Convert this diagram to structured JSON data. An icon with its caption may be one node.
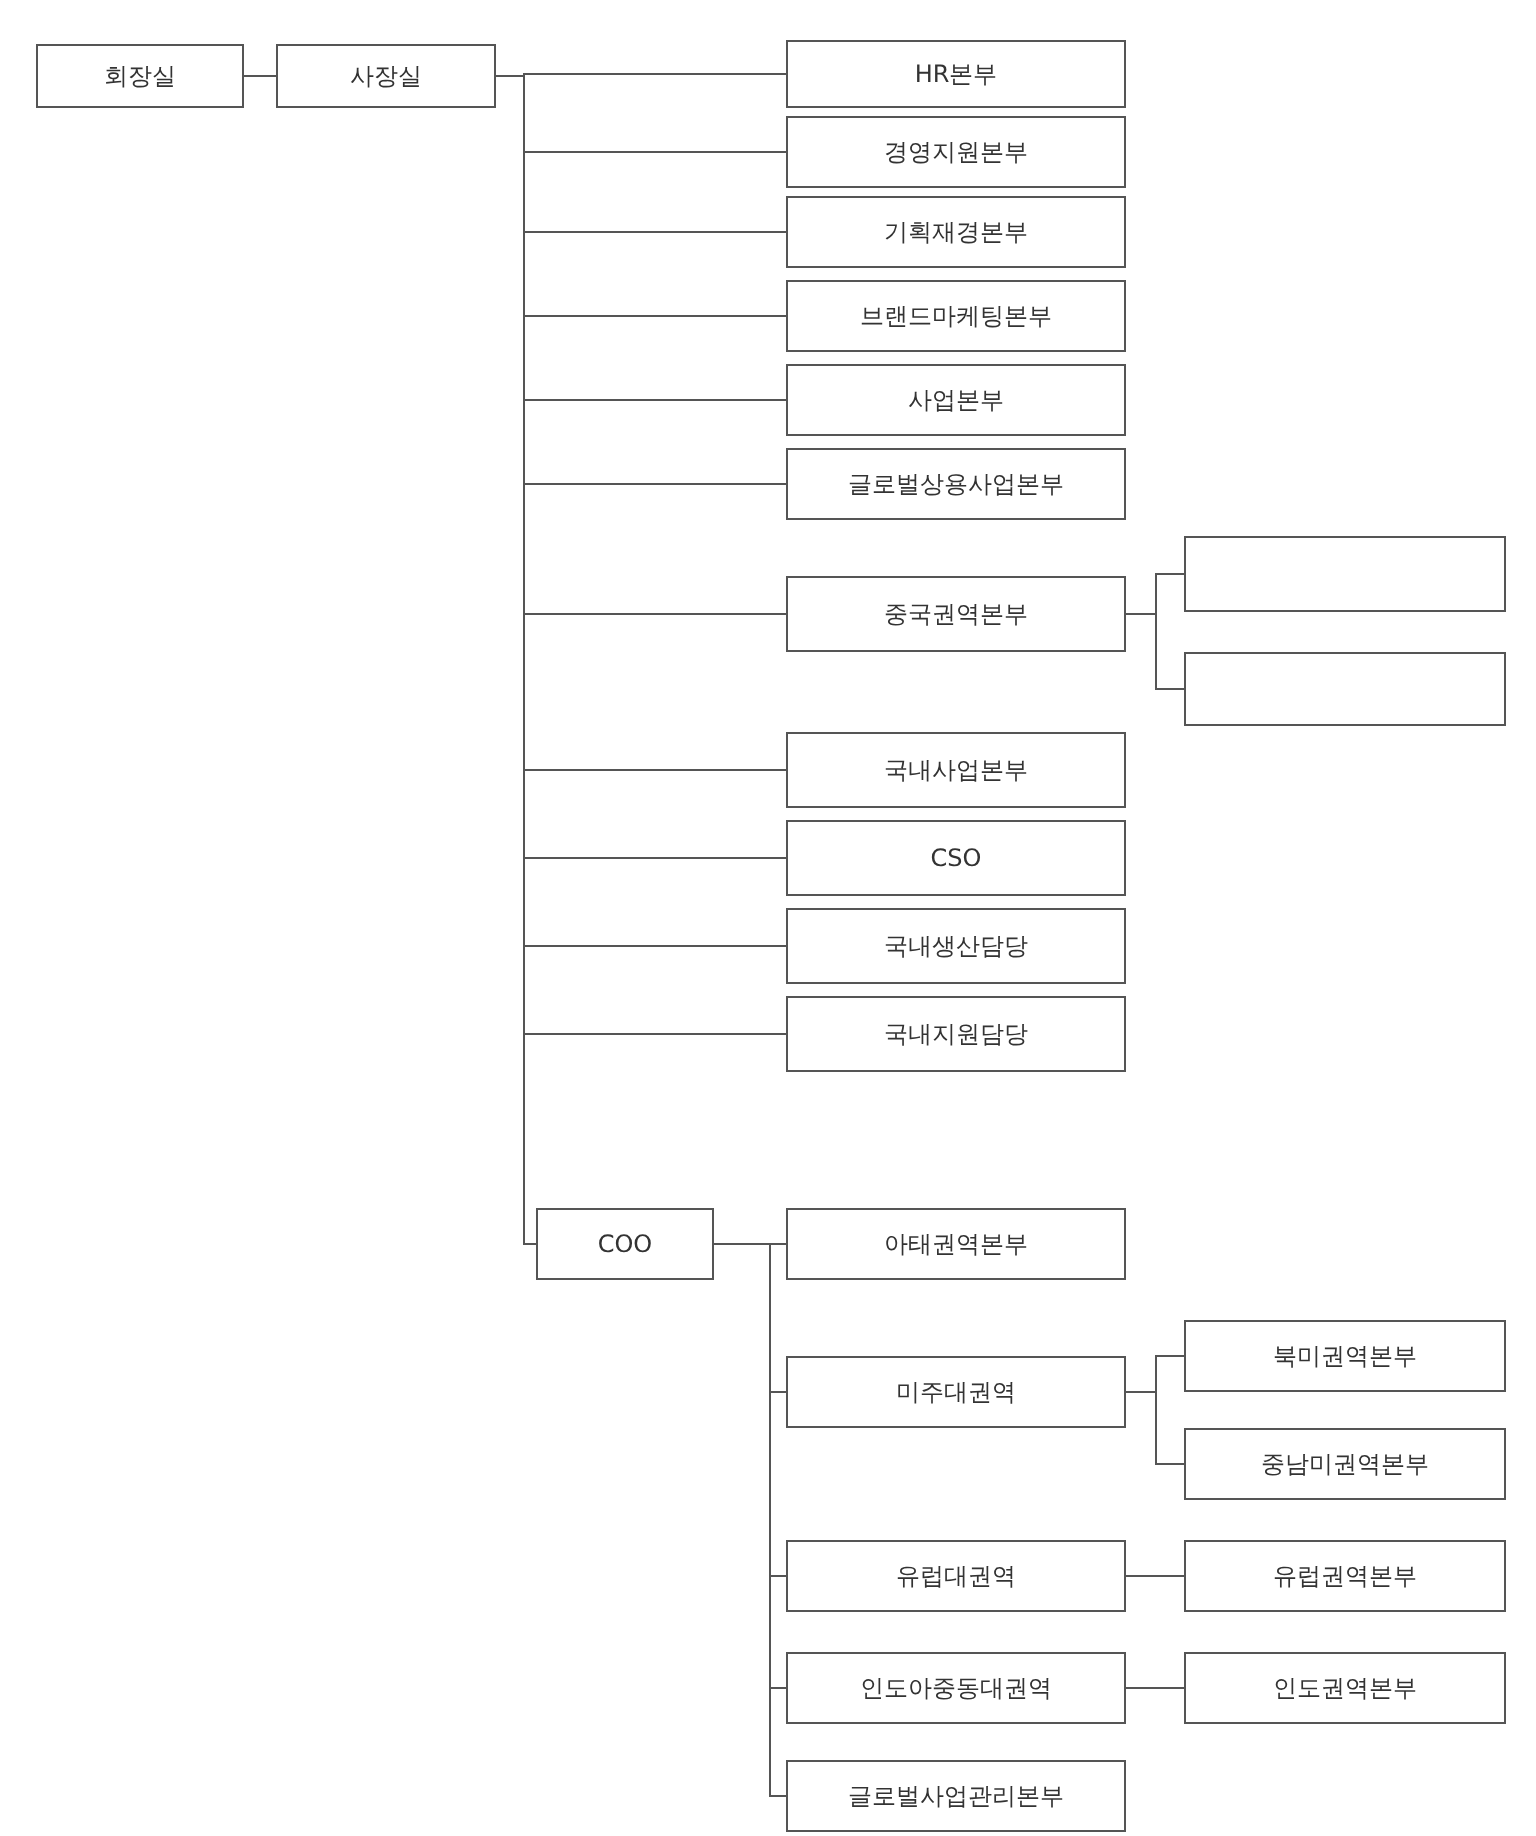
{
  "diagram": {
    "nodes": [
      {
        "text": [
          "회장실"
        ]
      },
      {
        "text": [
          "사장실"
        ]
      },
      {
        "text": [
          "HR본부"
        ]
      },
      {
        "text": [
          "경영지원본부"
        ]
      },
      {
        "text": [
          "기획재경본부"
        ]
      },
      {
        "text": [
          "브랜드마케팅본부"
        ]
      },
      {
        "text": [
          "사업본부"
        ]
      },
      {
        "text": [
          "글로벌상용사업본부"
        ]
      },
      {
        "text": [
          "중국권역본부"
        ]
      },
      {
        "text": [],
        "shape": "box"
      },
      {
        "text": [],
        "shape": "box"
      },
      {
        "text": [
          "국내사업본부"
        ]
      },
      {
        "text": [
          "CSO"
        ]
      },
      {
        "text": [
          "국내생산담당"
        ]
      },
      {
        "text": [
          "국내지원담당"
        ]
      },
      {
        "text": [
          "COO"
        ]
      },
      {
        "text": [
          "아태권역본부"
        ]
      },
      {
        "text": [
          "미주대권역"
        ]
      },
      {
        "text": [
          "북미권역본부"
        ]
      },
      {
        "text": [
          "중남미권역본부"
        ]
      },
      {
        "text": [
          "유럽대권역"
        ]
      },
      {
        "text": [
          "유럽권역본부"
        ]
      },
      {
        "text": [
          "인도아중동대권역"
        ]
      },
      {
        "text": [
          "인도권역본부"
        ]
      },
      {
        "text": [
          "글로벌사업관리본부"
        ]
      }
    ],
    "edges": [
      {
        "from": 0,
        "to": 1,
        "arrow": "none"
      },
      {
        "from": 1,
        "to": 2,
        "arrow": "none"
      },
      {
        "from": 1,
        "to": 3,
        "arrow": "none"
      },
      {
        "from": 1,
        "to": 4,
        "arrow": "none"
      },
      {
        "from": 1,
        "to": 5,
        "arrow": "none"
      },
      {
        "from": 1,
        "to": 6,
        "arrow": "none"
      },
      {
        "from": 1,
        "to": 7,
        "arrow": "none"
      },
      {
        "from": 1,
        "to": 8,
        "arrow": "none"
      },
      {
        "from": 8,
        "to": 9,
        "arrow": "none"
      },
      {
        "from": 8,
        "to": 10,
        "arrow": "none"
      },
      {
        "from": 1,
        "to": 11,
        "arrow": "none"
      },
      {
        "from": 1,
        "to": 12,
        "arrow": "none"
      },
      {
        "from": 1,
        "to": 13,
        "arrow": "none"
      },
      {
        "from": 1,
        "to": 14,
        "arrow": "none"
      },
      {
        "from": 1,
        "to": 15,
        "arrow": "none"
      },
      {
        "from": 15,
        "to": 16,
        "arrow": "none"
      },
      {
        "from": 15,
        "to": 17,
        "arrow": "none"
      },
      {
        "from": 17,
        "to": 18,
        "arrow": "none"
      },
      {
        "from": 17,
        "to": 19,
        "arrow": "none"
      },
      {
        "from": 15,
        "to": 20,
        "arrow": "none"
      },
      {
        "from": 20,
        "to": 21,
        "arrow": "none"
      },
      {
        "from": 15,
        "to": 22,
        "arrow": "none"
      },
      {
        "from": 22,
        "to": 23,
        "arrow": "none"
      },
      {
        "from": 15,
        "to": 24,
        "arrow": "none"
      }
    ]
  }
}
